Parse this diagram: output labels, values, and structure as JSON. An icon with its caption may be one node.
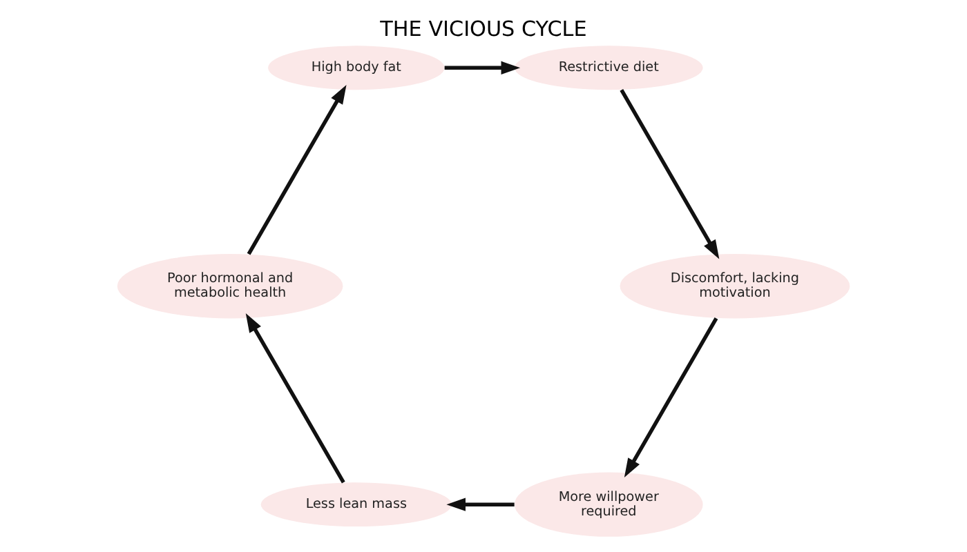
{
  "diagram": {
    "title": "THE VICIOUS CYCLE",
    "nodes": [
      {
        "text": [
          "Less lean mass"
        ]
      },
      {
        "text": [
          "Poor hormonal and metabolic health"
        ]
      },
      {
        "text": [
          "High body fat"
        ]
      },
      {
        "text": [
          "Restrictive diet"
        ]
      },
      {
        "text": [
          "Discomfort, lacking motivation"
        ]
      },
      {
        "text": [
          "More willpower required"
        ]
      }
    ],
    "edges": [
      {
        "from": 0,
        "to": 1,
        "arrow": "to"
      },
      {
        "from": 1,
        "to": 2,
        "arrow": "to"
      },
      {
        "from": 2,
        "to": 3,
        "arrow": "to"
      },
      {
        "from": 3,
        "to": 4,
        "arrow": "to"
      },
      {
        "from": 4,
        "to": 5,
        "arrow": "to"
      },
      {
        "from": 5,
        "to": 0,
        "arrow": "to"
      }
    ]
  }
}
